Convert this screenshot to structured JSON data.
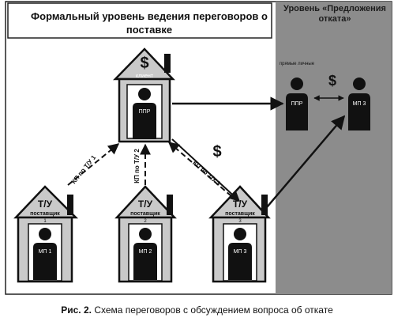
{
  "left_title": "Формальный уровень ведения переговоров о поставке",
  "right_title": "Уровень «Предложения отката»",
  "caption": {
    "fig": "Рис. 2.",
    "text": " Схема переговоров с обсуждением вопроса об откате"
  },
  "client": {
    "dollar": "$",
    "roof_label": "клиент",
    "person_label": "ППР"
  },
  "kp_labels": [
    "КП по Т/У 1",
    "КП по Т/У 2",
    "КП по Т/У 3"
  ],
  "suppliers": [
    {
      "roof_label": "Т/У",
      "sublabel": "поставщик",
      "number": "1",
      "person_label": "МП 1"
    },
    {
      "roof_label": "Т/У",
      "sublabel": "поставщик",
      "number": "2",
      "person_label": "МП 2"
    },
    {
      "roof_label": "Т/У",
      "sublabel": "поставщик",
      "number": "3",
      "person_label": "МП 3"
    }
  ],
  "dollar_mid": "$",
  "informal": {
    "note": "прямые личные",
    "dollar": "$",
    "left_person": "ППР",
    "right_person": "МП 3"
  },
  "colors": {
    "grey_zone": "#8c8c8c",
    "house": "#c9c9c9",
    "ink": "#111111"
  }
}
